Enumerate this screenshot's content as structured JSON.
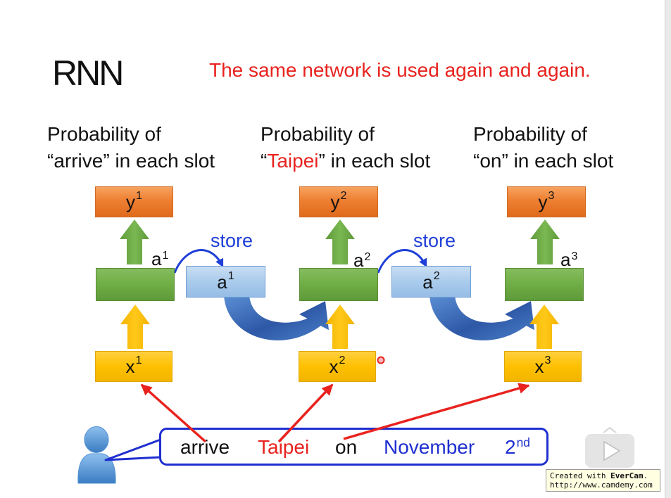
{
  "title": "RNN",
  "subtitle": "The same network is used again and again.",
  "columns": [
    {
      "heading": {
        "line1": "Probability of",
        "quote_open": "“",
        "word": "arrive",
        "word_color": "#111111",
        "quote_close": "” in each slot"
      },
      "output": {
        "base": "y",
        "sup": "1"
      },
      "hidden_label": {
        "base": "a",
        "sup": "1"
      },
      "input": {
        "base": "x",
        "sup": "1"
      }
    },
    {
      "heading": {
        "line1": "Probability of",
        "quote_open": "“",
        "word": "Taipei",
        "word_color": "#e8231f",
        "quote_close": "” in each slot"
      },
      "output": {
        "base": "y",
        "sup": "2"
      },
      "hidden_label": {
        "base": "a",
        "sup": "2"
      },
      "input": {
        "base": "x",
        "sup": "2"
      }
    },
    {
      "heading": {
        "line1": "Probability of",
        "quote_open": "“",
        "word": "on",
        "word_color": "#111111",
        "quote_close": "” in each slot"
      },
      "output": {
        "base": "y",
        "sup": "3"
      },
      "hidden_label": {
        "base": "a",
        "sup": "3"
      },
      "input": {
        "base": "x",
        "sup": "3"
      }
    }
  ],
  "memory": [
    {
      "store_label": "store",
      "value": {
        "base": "a",
        "sup": "1"
      }
    },
    {
      "store_label": "store",
      "value": {
        "base": "a",
        "sup": "2"
      }
    }
  ],
  "sentence": [
    {
      "text": "arrive",
      "color": "#111111"
    },
    {
      "text": "Taipei",
      "color": "#e8231f"
    },
    {
      "text": "on",
      "color": "#111111"
    },
    {
      "text": "November",
      "color": "#1f2fd0"
    },
    {
      "text": "2",
      "sup": "nd",
      "color": "#1f2fd0"
    }
  ],
  "watermark": {
    "prefix": "Created with ",
    "brand": "EverCam",
    "suffix": ".",
    "url": "http://www.camdemy.com"
  },
  "colors": {
    "highlight_red": "#e8231f",
    "output_box": "#ed7d31",
    "hidden_box": "#70ad47",
    "input_box": "#ffc000",
    "memory_box": "#a9cbec",
    "store_blue": "#1f3fd8",
    "sentence_border": "#1f2fd0",
    "recurrent_arrow": "#3563ad",
    "input_link_arrow": "#e8231f"
  },
  "icons": {
    "speaker": "user-icon",
    "player": "play-icon",
    "cursor": "cursor-indicator-icon"
  }
}
